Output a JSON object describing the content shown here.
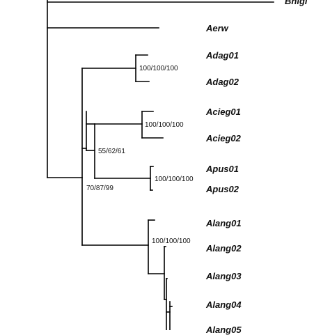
{
  "tree": {
    "line_color": "#000000",
    "taxa": [
      {
        "id": "bhigi",
        "label": "Bhigi"
      },
      {
        "id": "aerw",
        "label": "Aerw"
      },
      {
        "id": "adag01",
        "label": "Adag01"
      },
      {
        "id": "adag02",
        "label": "Adag02"
      },
      {
        "id": "acieg01",
        "label": "Acieg01"
      },
      {
        "id": "acieg02",
        "label": "Acieg02"
      },
      {
        "id": "apus01",
        "label": "Apus01"
      },
      {
        "id": "apus02",
        "label": "Apus02"
      },
      {
        "id": "alang01",
        "label": "Alang01"
      },
      {
        "id": "alang02",
        "label": "Alang02"
      },
      {
        "id": "alang03",
        "label": "Alang03"
      },
      {
        "id": "alang04",
        "label": "Alang04"
      },
      {
        "id": "alang05",
        "label": "Alang05"
      }
    ],
    "support_values": [
      {
        "id": "adag",
        "label": "100/100/100"
      },
      {
        "id": "acieg",
        "label": "100/100/100"
      },
      {
        "id": "acieg-apus",
        "label": "55/62/61"
      },
      {
        "id": "apus",
        "label": "100/100/100"
      },
      {
        "id": "ingroup",
        "label": "70/87/99"
      },
      {
        "id": "alang",
        "label": "100/100/100"
      }
    ]
  }
}
